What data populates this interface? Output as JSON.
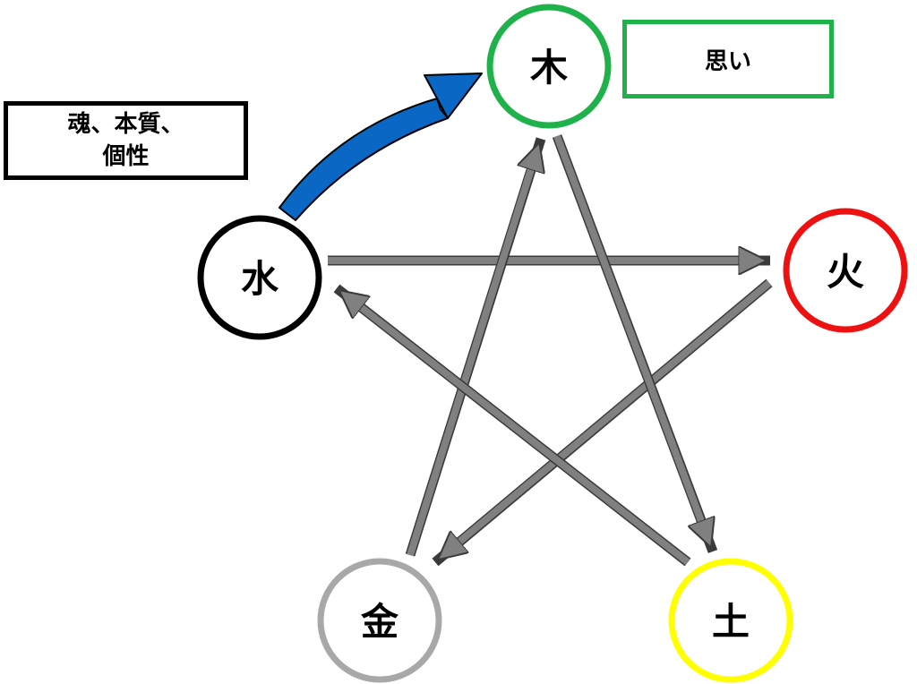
{
  "colors": {
    "wood": "#1fb24a",
    "fire": "#ee1111",
    "earth": "#ffff00",
    "metal": "#a8a8a8",
    "water": "#000000",
    "arrow": "#808080",
    "highlight_arrow": "#0a68c4"
  },
  "nodes": {
    "wood": {
      "label": "木"
    },
    "fire": {
      "label": "火"
    },
    "earth": {
      "label": "土"
    },
    "metal": {
      "label": "金"
    },
    "water": {
      "label": "水"
    }
  },
  "labels": {
    "left_line1": "魂、本質、",
    "left_line2": "個性",
    "right": "思い"
  }
}
